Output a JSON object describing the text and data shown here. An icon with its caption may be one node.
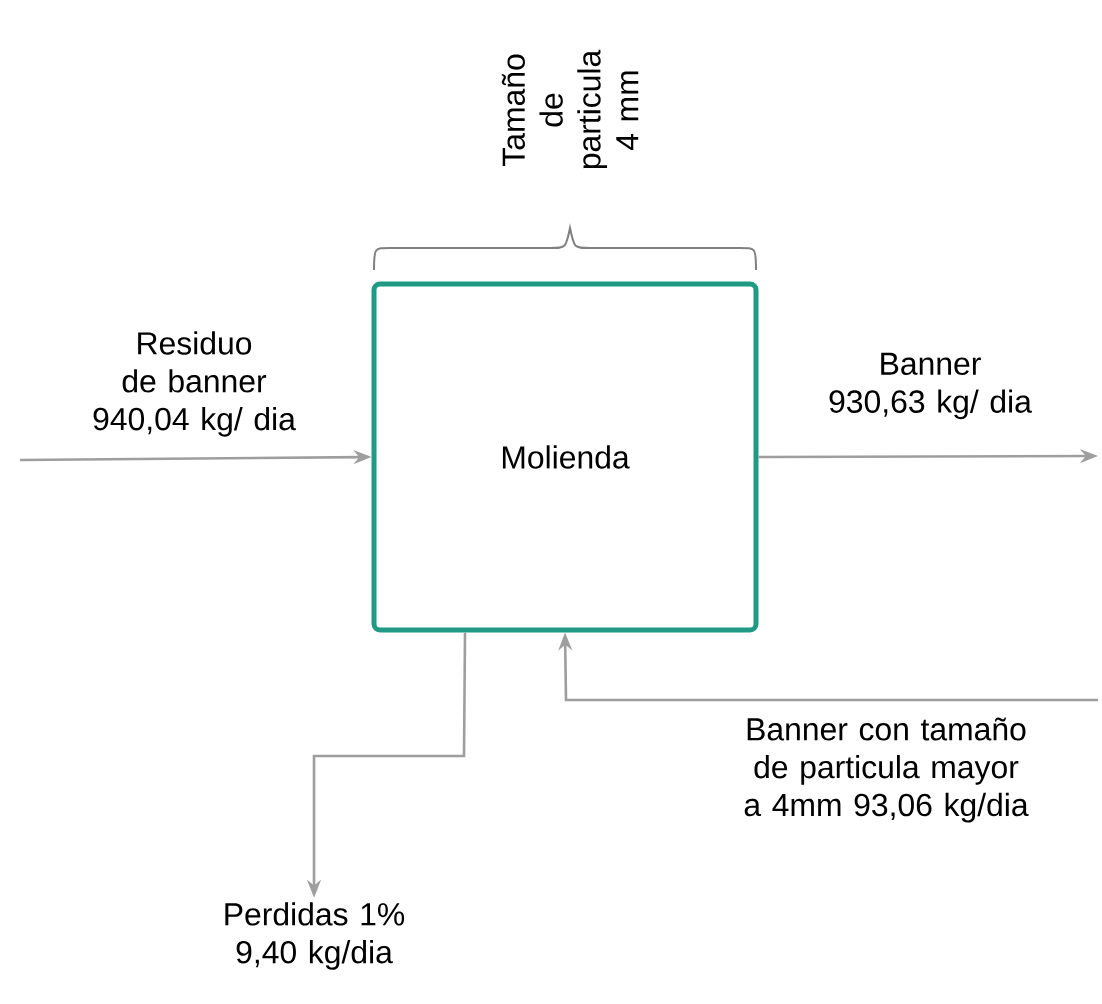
{
  "diagram": {
    "nodes": [
      {
        "text": [
          "Molienda"
        ]
      },
      {
        "text": [
          "Perdidas 1% 9,40 kg/dia"
        ]
      }
    ],
    "edges": [
      {
        "from": null,
        "to": 0,
        "arrow": "to",
        "label": "Residuo de banner 940,04 kg/ dia"
      },
      {
        "from": 0,
        "to": null,
        "arrow": "to",
        "label": "Banner 930,63 kg/ dia"
      },
      {
        "from": null,
        "to": 0,
        "arrow": "to",
        "label": "Banner con tamaño de particula mayor a 4mm 93,06 kg/dia"
      },
      {
        "from": 0,
        "to": 1,
        "arrow": "to"
      }
    ],
    "labels": [
      "Tamaño de particula 4 mm"
    ]
  }
}
